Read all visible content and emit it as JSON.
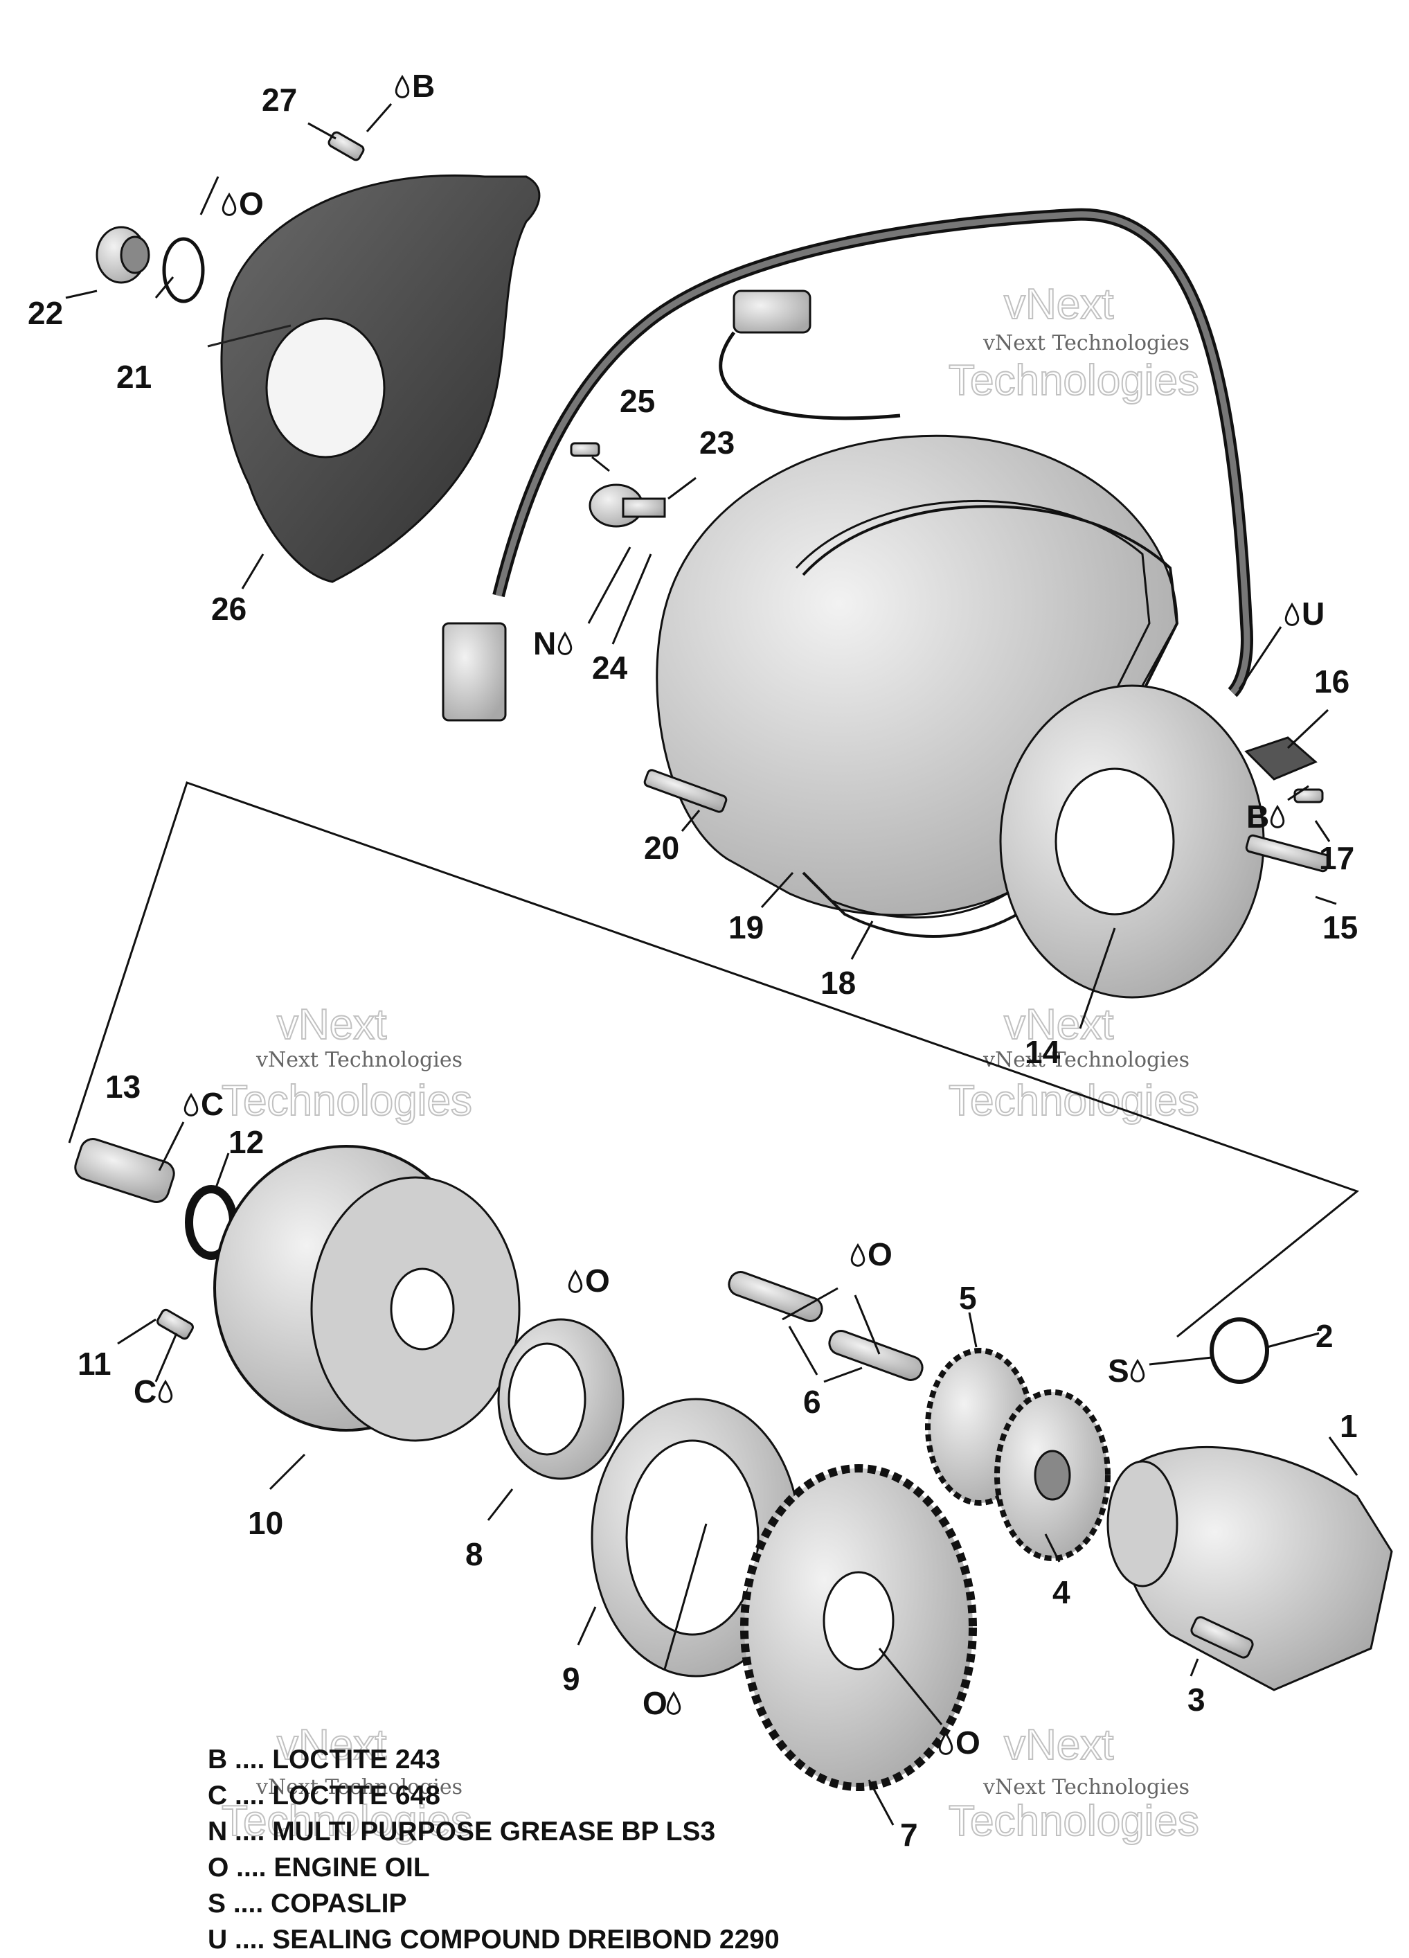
{
  "callouts": [
    {
      "id": "c1",
      "text": "1"
    },
    {
      "id": "c2",
      "text": "2"
    },
    {
      "id": "c3",
      "text": "3"
    },
    {
      "id": "c4",
      "text": "4"
    },
    {
      "id": "c5",
      "text": "5"
    },
    {
      "id": "c6",
      "text": "6"
    },
    {
      "id": "c7",
      "text": "7"
    },
    {
      "id": "c8",
      "text": "8"
    },
    {
      "id": "c9",
      "text": "9"
    },
    {
      "id": "c10",
      "text": "10"
    },
    {
      "id": "c11",
      "text": "11"
    },
    {
      "id": "c12",
      "text": "12"
    },
    {
      "id": "c13",
      "text": "13"
    },
    {
      "id": "c14",
      "text": "14"
    },
    {
      "id": "c15",
      "text": "15"
    },
    {
      "id": "c16",
      "text": "16"
    },
    {
      "id": "c17",
      "text": "17"
    },
    {
      "id": "c18",
      "text": "18"
    },
    {
      "id": "c19",
      "text": "19"
    },
    {
      "id": "c20",
      "text": "20"
    },
    {
      "id": "c21",
      "text": "21"
    },
    {
      "id": "c22",
      "text": "22"
    },
    {
      "id": "c23",
      "text": "23"
    },
    {
      "id": "c24",
      "text": "24"
    },
    {
      "id": "c25",
      "text": "25"
    },
    {
      "id": "c26",
      "text": "26"
    },
    {
      "id": "c27",
      "text": "27"
    }
  ],
  "product_marks": {
    "b_27": "B",
    "o_21": "O",
    "n_24": "N",
    "u_stator": "U",
    "b_17": "B",
    "c_13": "C",
    "c_11": "C",
    "o_8": "O",
    "o_6": "O",
    "s_2": "S",
    "o_9": "O",
    "o_7": "O"
  },
  "watermark": {
    "line": "vNext Technologies",
    "big_top": "vNext",
    "big_bottom": "Technologies"
  },
  "legend": [
    {
      "code": "B",
      "sep": " .... ",
      "text": "LOCTITE 243"
    },
    {
      "code": "C",
      "sep": " .... ",
      "text": "LOCTITE 648"
    },
    {
      "code": "N",
      "sep": " .... ",
      "text": "MULTI PURPOSE GREASE BP LS3"
    },
    {
      "code": "O",
      "sep": " .... ",
      "text": "ENGINE OIL"
    },
    {
      "code": "S",
      "sep": " .... ",
      "text": "COPASLIP"
    },
    {
      "code": "U",
      "sep": " .... ",
      "text": "SEALING COMPOUND DREIBOND 2290"
    }
  ],
  "icons": {
    "drop": "drop-icon"
  },
  "colors": {
    "ink": "#111111",
    "part_fill": "#dcdcdc",
    "cover_fill": "#4a4a4a",
    "watermark": "#bbbbbb"
  }
}
